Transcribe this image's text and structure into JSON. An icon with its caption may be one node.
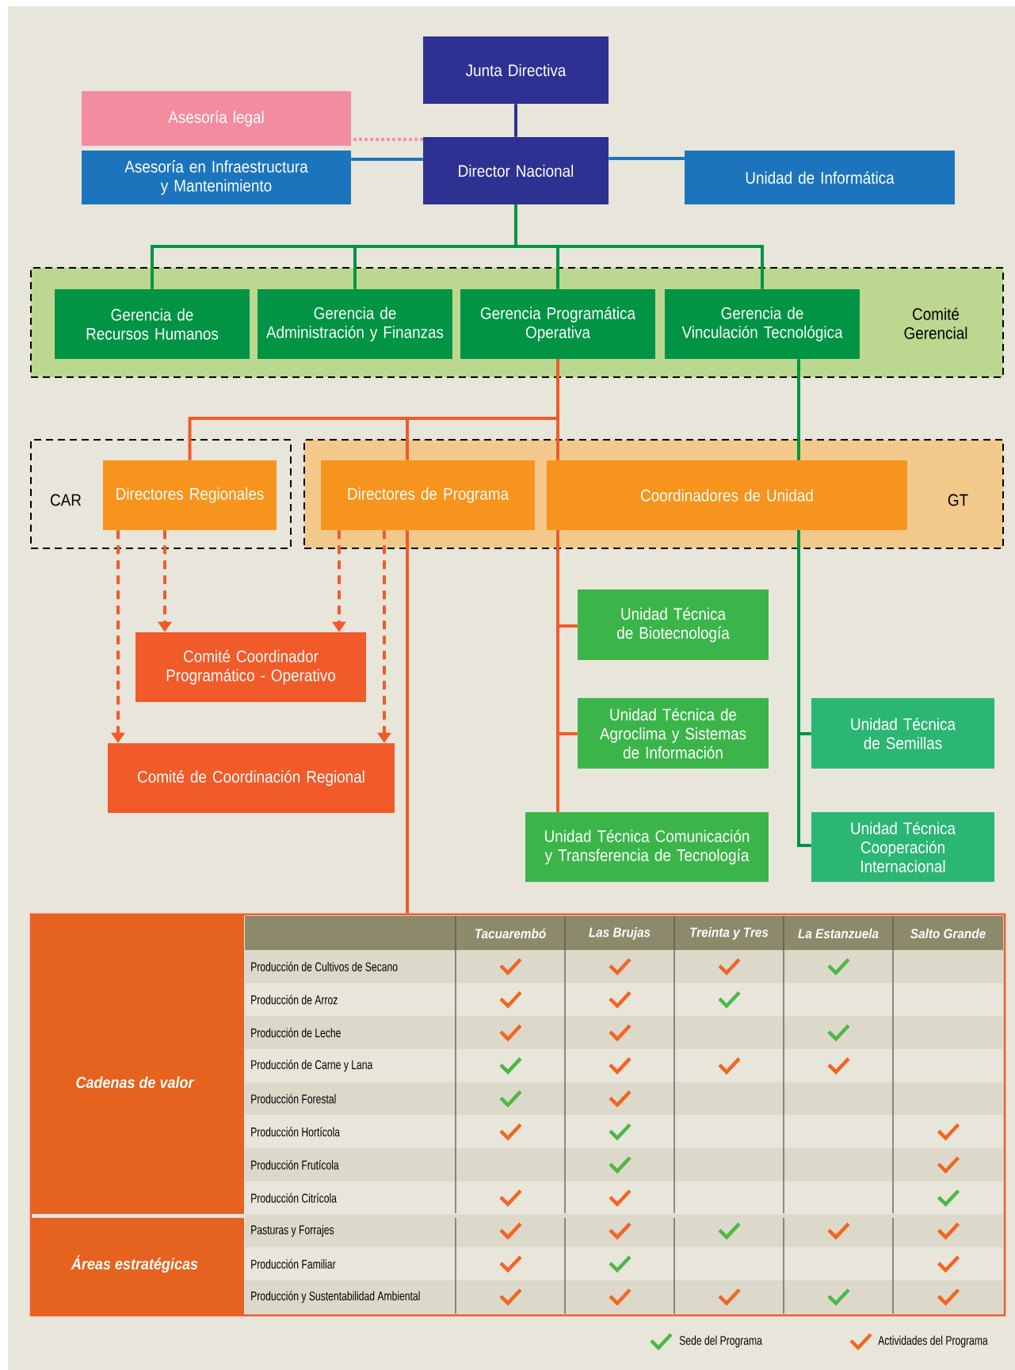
{
  "diagram": {
    "nodes": [
      {
        "text": [
          "Junta Directiva"
        ]
      },
      {
        "text": [
          "Asesoría legal"
        ]
      },
      {
        "text": [
          "Asesoría en Infraestructura y Mantenimiento"
        ]
      },
      {
        "text": [
          "Director Nacional"
        ]
      },
      {
        "text": [
          "Unidad de Informática"
        ]
      },
      {
        "text": [
          "Comité Gerencial"
        ]
      },
      {
        "text": [
          "Gerencia de Recursos Humanos"
        ],
        "in": 5
      },
      {
        "text": [
          "Gerencia de Administración y Finanzas"
        ],
        "in": 5
      },
      {
        "text": [
          "Gerencia Programática Operativa"
        ],
        "in": 5
      },
      {
        "text": [
          "Gerencia de Vinculación Tecnológica"
        ],
        "in": 5
      },
      {
        "text": [
          "CAR"
        ]
      },
      {
        "text": [
          "Directores Regionales"
        ],
        "in": 10
      },
      {
        "text": [
          "GT"
        ]
      },
      {
        "text": [
          "Directores de Programa"
        ],
        "in": 12
      },
      {
        "text": [
          "Coordinadores de Unidad"
        ],
        "in": 12
      },
      {
        "text": [
          "Comité Coordinador Programático - Operativo"
        ]
      },
      {
        "text": [
          "Comité de Coordinación Regional"
        ]
      },
      {
        "text": [
          "Unidad Técnica de Biotecnología"
        ]
      },
      {
        "text": [
          "Unidad Técnica de Agroclima y Sistemas de Información"
        ]
      },
      {
        "text": [
          "Unidad Técnica Comunicación y Transferencia de Tecnología"
        ]
      },
      {
        "text": [
          "Unidad Técnica de Semillas"
        ]
      },
      {
        "text": [
          "Unidad Técnica Cooperación Internacional"
        ]
      },
      {
        "text": [],
        "shape": "box"
      }
    ],
    "edges": [
      {
        "from": 0,
        "to": 3,
        "arrow": "none",
        "color": "#2e3192"
      },
      {
        "from": 3,
        "to": 1,
        "arrow": "none",
        "style": "dashed",
        "color": "#f48ca0"
      },
      {
        "from": 3,
        "to": 2,
        "arrow": "none",
        "color": "#1c75bc"
      },
      {
        "from": 3,
        "to": 4,
        "arrow": "none",
        "color": "#1c75bc"
      },
      {
        "from": 3,
        "to": 6,
        "arrow": "none",
        "color": "#009444"
      },
      {
        "from": 3,
        "to": 7,
        "arrow": "none",
        "color": "#009444"
      },
      {
        "from": 3,
        "to": 8,
        "arrow": "none",
        "color": "#009444"
      },
      {
        "from": 3,
        "to": 9,
        "arrow": "none",
        "color": "#009444"
      },
      {
        "from": 9,
        "to": 14,
        "arrow": "none",
        "color": "#009444"
      },
      {
        "from": 8,
        "to": 11,
        "arrow": "none"
      },
      {
        "from": 8,
        "to": 13,
        "arrow": "none"
      },
      {
        "from": 8,
        "to": 14,
        "arrow": "none"
      },
      {
        "from": 14,
        "to": 17,
        "arrow": "none"
      },
      {
        "from": 14,
        "to": 18,
        "arrow": "none"
      },
      {
        "from": 14,
        "to": 19,
        "arrow": "none"
      },
      {
        "from": 14,
        "to": 20,
        "arrow": "none",
        "color": "#009444"
      },
      {
        "from": 14,
        "to": 21,
        "arrow": "none",
        "color": "#009444"
      },
      {
        "from": 13,
        "to": 22,
        "arrow": "none"
      },
      {
        "from": 11,
        "to": 15,
        "arrow": "to",
        "style": "dashed"
      },
      {
        "from": 11,
        "to": 16,
        "arrow": "to",
        "style": "dashed"
      },
      {
        "from": 13,
        "to": 15,
        "arrow": "to",
        "style": "dashed"
      },
      {
        "from": 13,
        "to": 16,
        "arrow": "to",
        "style": "dashed"
      }
    ],
    "labels": [
      "Tacuarembó",
      "Las Brujas",
      "Treinta y Tres",
      "La Estanzuela",
      "Salto Grande",
      "Cadenas de valor",
      "Producción de Cultivos de Secano",
      "Producción de Arroz",
      "Producción de Leche",
      "Producción de Carne y Lana",
      "Producción Forestal",
      "Producción Hortícola",
      "Producción Frutícola",
      "Producción Citrícola",
      "Áreas estratégicas",
      "Pasturas y Forrajes",
      "Producción Familiar",
      "Producción y Sustentabilidad Ambiental"
    ],
    "legend": [
      {
        "text": "Sede del Programa",
        "color": "#4cb748"
      },
      {
        "text": "Actividades del Programa",
        "color": "#f26522"
      }
    ]
  }
}
